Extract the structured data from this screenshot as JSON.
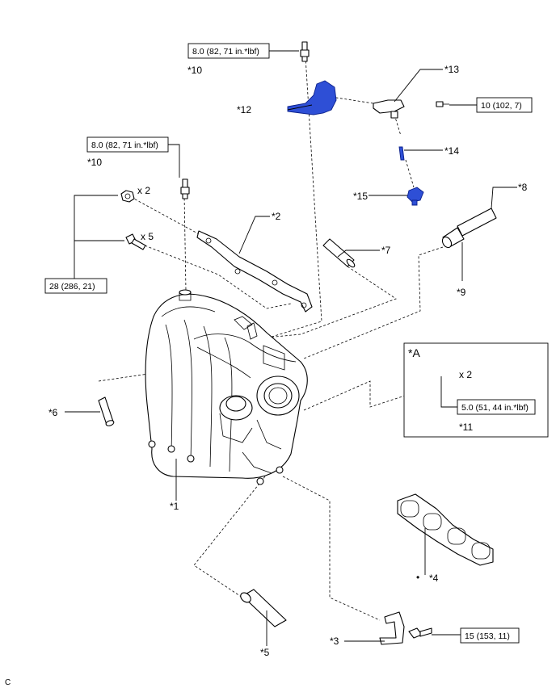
{
  "callouts": {
    "c1": "*1",
    "c2": "*2",
    "c3": "*3",
    "c4": "*4",
    "c5": "*5",
    "c6": "*6",
    "c7": "*7",
    "c8": "*8",
    "c9": "*9",
    "c10a": "*10",
    "c10b": "*10",
    "c11": "*11",
    "c12": "*12",
    "c13": "*13",
    "c14": "*14",
    "c15": "*15",
    "cA": "*A"
  },
  "torques": {
    "t_top": "8.0 (82, 71 in.*lbf)",
    "t_left": "8.0 (82, 71 in.*lbf)",
    "t_sensor": "10 (102, 7)",
    "t_nuts": "28 (286, 21)",
    "t_stud": "5.0 (51, 44 in.*lbf)",
    "t_bracket": "15 (153, 11)"
  },
  "quantities": {
    "q_nut": "x 2",
    "q_bolt": "x 5",
    "q_stud": "x 2"
  },
  "marks": {
    "non_reusable": "•",
    "corner_code": "C"
  },
  "colors": {
    "highlight_part": "#2e4fd6"
  }
}
